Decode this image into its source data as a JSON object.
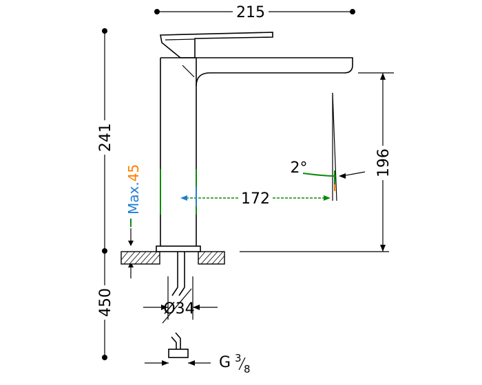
{
  "dimensions": {
    "overall_width": "215",
    "height_above_deck": "241",
    "spout_height": "196",
    "spout_reach": "172",
    "angle": "2°",
    "max_deck": "Max.45",
    "max_prefix": "Max.",
    "max_value": "45",
    "hose_length": "450",
    "body_diameter": "Ø34",
    "thread_prefix": "G",
    "thread_numerator": "3",
    "thread_denominator": "8"
  },
  "colors": {
    "outline": "#000000",
    "dimension_green": "#0a8a0a",
    "dimension_blue": "#1f7fd1",
    "dimension_orange": "#ff7f00"
  }
}
